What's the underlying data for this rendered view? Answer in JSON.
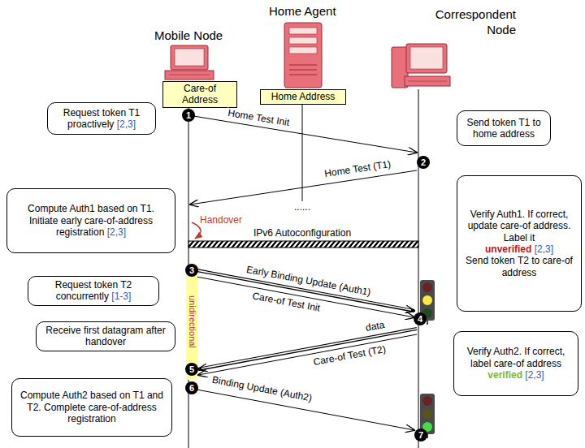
{
  "diagram": {
    "nodes": [
      {
        "text": [
          "Care-of Address"
        ]
      },
      {
        "text": [
          "Home Address"
        ]
      },
      {
        "text": [
          "Request token T1 proactively",
          "[2,3]"
        ]
      },
      {
        "text": [
          "Send token T1 to home address"
        ]
      },
      {
        "text": [
          "Compute Auth1 based on T1. Initiate early care-of-address registration",
          "[2,3]"
        ]
      },
      {
        "text": [
          "Request token T2 concurrently",
          "[1-3]"
        ]
      },
      {
        "text": [
          "Verify Auth1. If correct, update care-of address. Label it",
          "unverified",
          "[2,3]",
          "Send token T2 to care-of address"
        ]
      },
      {
        "text": [
          "Receive first datagram after handover"
        ]
      },
      {
        "text": [
          "unidirectional"
        ]
      },
      {
        "text": [
          "Verify Auth2. If correct, label care-of address",
          "verified",
          "[2,3]"
        ]
      },
      {
        "text": [
          "Compute Auth2 based on T1 and T2. Complete care-of-address registration"
        ]
      }
    ],
    "labels": [
      "Mobile Node",
      "Home Agent",
      "Correspondent Node",
      "1",
      "Home Test Init",
      "2",
      "Home Test (T1)",
      "......",
      "Handover",
      "IPv6 Autoconfiguration",
      "3",
      "Early Binding Update (Auth1)",
      "Care-of Test Init",
      "4",
      "data",
      "Care-of Test (T2)",
      "5",
      "6",
      "Binding Update (Auth2)",
      "7"
    ]
  }
}
